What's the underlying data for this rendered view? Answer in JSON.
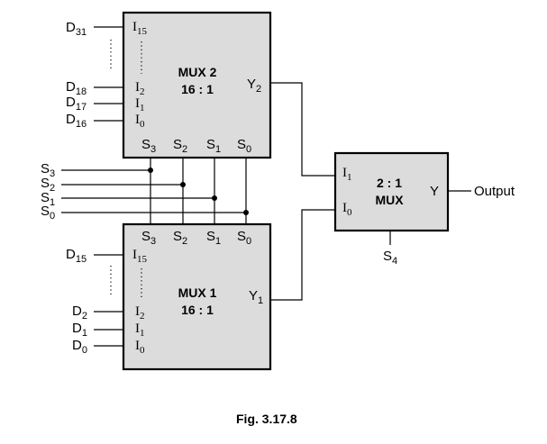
{
  "mux2": {
    "title": "MUX 2",
    "ratio": "16 : 1",
    "inputs": {
      "top": {
        "label": "D",
        "sub": "31"
      },
      "d2": {
        "label": "D",
        "sub": "18"
      },
      "d1": {
        "label": "D",
        "sub": "17"
      },
      "d0": {
        "label": "D",
        "sub": "16"
      }
    },
    "pins": {
      "top": {
        "label": "I",
        "sub": "15"
      },
      "p2": {
        "label": "I",
        "sub": "2"
      },
      "p1": {
        "label": "I",
        "sub": "1"
      },
      "p0": {
        "label": "I",
        "sub": "0"
      }
    },
    "output": {
      "label": "Y",
      "sub": "2"
    },
    "selects": [
      {
        "label": "S",
        "sub": "3"
      },
      {
        "label": "S",
        "sub": "2"
      },
      {
        "label": "S",
        "sub": "1"
      },
      {
        "label": "S",
        "sub": "0"
      }
    ]
  },
  "mux1": {
    "title": "MUX 1",
    "ratio": "16 : 1",
    "inputs": {
      "top": {
        "label": "D",
        "sub": "15"
      },
      "d2": {
        "label": "D",
        "sub": "2"
      },
      "d1": {
        "label": "D",
        "sub": "1"
      },
      "d0": {
        "label": "D",
        "sub": "0"
      }
    },
    "pins": {
      "top": {
        "label": "I",
        "sub": "15"
      },
      "p2": {
        "label": "I",
        "sub": "2"
      },
      "p1": {
        "label": "I",
        "sub": "1"
      },
      "p0": {
        "label": "I",
        "sub": "0"
      }
    },
    "output": {
      "label": "Y",
      "sub": "1"
    },
    "selects": [
      {
        "label": "S",
        "sub": "3"
      },
      {
        "label": "S",
        "sub": "2"
      },
      {
        "label": "S",
        "sub": "1"
      },
      {
        "label": "S",
        "sub": "0"
      }
    ]
  },
  "select_lines": [
    {
      "label": "S",
      "sub": "3"
    },
    {
      "label": "S",
      "sub": "2"
    },
    {
      "label": "S",
      "sub": "1"
    },
    {
      "label": "S",
      "sub": "0"
    }
  ],
  "mux3": {
    "title": "2 : 1",
    "subtitle": "MUX",
    "in1": {
      "label": "I",
      "sub": "1"
    },
    "in0": {
      "label": "I",
      "sub": "0"
    },
    "y": "Y",
    "select": {
      "label": "S",
      "sub": "4"
    },
    "output": "Output"
  },
  "caption": "Fig. 3.17.8"
}
